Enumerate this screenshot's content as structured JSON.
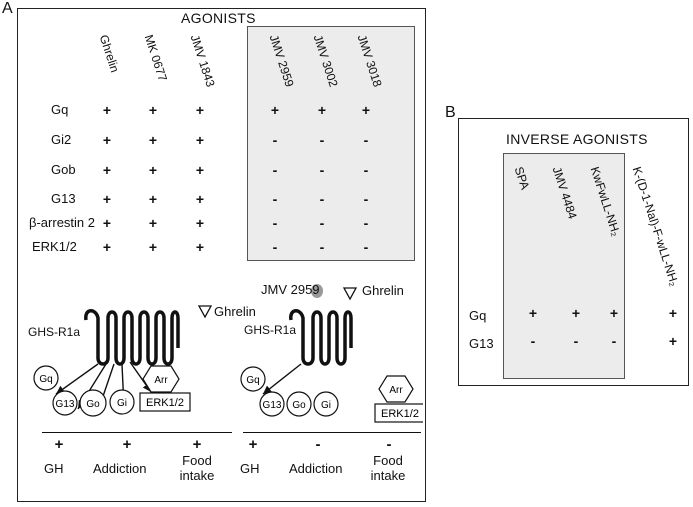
{
  "panel_a": {
    "letter": "A",
    "title": "AGONISTS",
    "columns": [
      "Ghrelin",
      "MK 0677",
      "JMV 1843",
      "JMV 2959",
      "JMV 3002",
      "JMV 3018"
    ],
    "rows": [
      {
        "label": "Gq",
        "values": [
          "+",
          "+",
          "+",
          "+",
          "+",
          "+"
        ]
      },
      {
        "label": "Gi2",
        "values": [
          "+",
          "+",
          "+",
          "-",
          "-",
          "-"
        ]
      },
      {
        "label": "Gob",
        "values": [
          "+",
          "+",
          "+",
          "-",
          "-",
          "-"
        ]
      },
      {
        "label": "G13",
        "values": [
          "+",
          "+",
          "+",
          "-",
          "-",
          "-"
        ]
      },
      {
        "label": "β-arrestin 2",
        "values": [
          "+",
          "+",
          "+",
          "-",
          "-",
          "-"
        ]
      },
      {
        "label": "ERK1/2",
        "values": [
          "+",
          "+",
          "+",
          "-",
          "-",
          "-"
        ]
      }
    ],
    "diagram_left": {
      "ligand": "Ghrelin",
      "receptor": "GHS-R1a",
      "nodes": {
        "gq": "Gq",
        "g13": "G13",
        "go": "Go",
        "gi": "Gi",
        "arr": "Arr",
        "erk": "ERK1/2"
      },
      "outcomes": [
        {
          "sign": "+",
          "label": "GH"
        },
        {
          "sign": "+",
          "label": "Addiction"
        },
        {
          "sign": "+",
          "label": "Food intake"
        }
      ]
    },
    "diagram_right": {
      "agonist": "JMV 2959",
      "ligand": "Ghrelin",
      "receptor": "GHS-R1a",
      "nodes": {
        "gq": "Gq",
        "g13": "G13",
        "go": "Go",
        "gi": "Gi",
        "arr": "Arr",
        "erk": "ERK1/2"
      },
      "outcomes": [
        {
          "sign": "+",
          "label": "GH"
        },
        {
          "sign": "-",
          "label": "Addiction"
        },
        {
          "sign": "-",
          "label": "Food intake"
        }
      ]
    }
  },
  "panel_b": {
    "letter": "B",
    "title": "INVERSE AGONISTS",
    "columns": [
      "SPA",
      "JMV 4484",
      "KwFwLL-NH₂",
      "K-(D-1-Nal)-F-wLL-NH₂"
    ],
    "rows": [
      {
        "label": "Gq",
        "values": [
          "+",
          "+",
          "+",
          "+"
        ]
      },
      {
        "label": "G13",
        "values": [
          "-",
          "-",
          "-",
          "+"
        ]
      }
    ]
  },
  "colors": {
    "shade": "#ececec",
    "border": "#222222",
    "ligand_dot": "#999999"
  }
}
